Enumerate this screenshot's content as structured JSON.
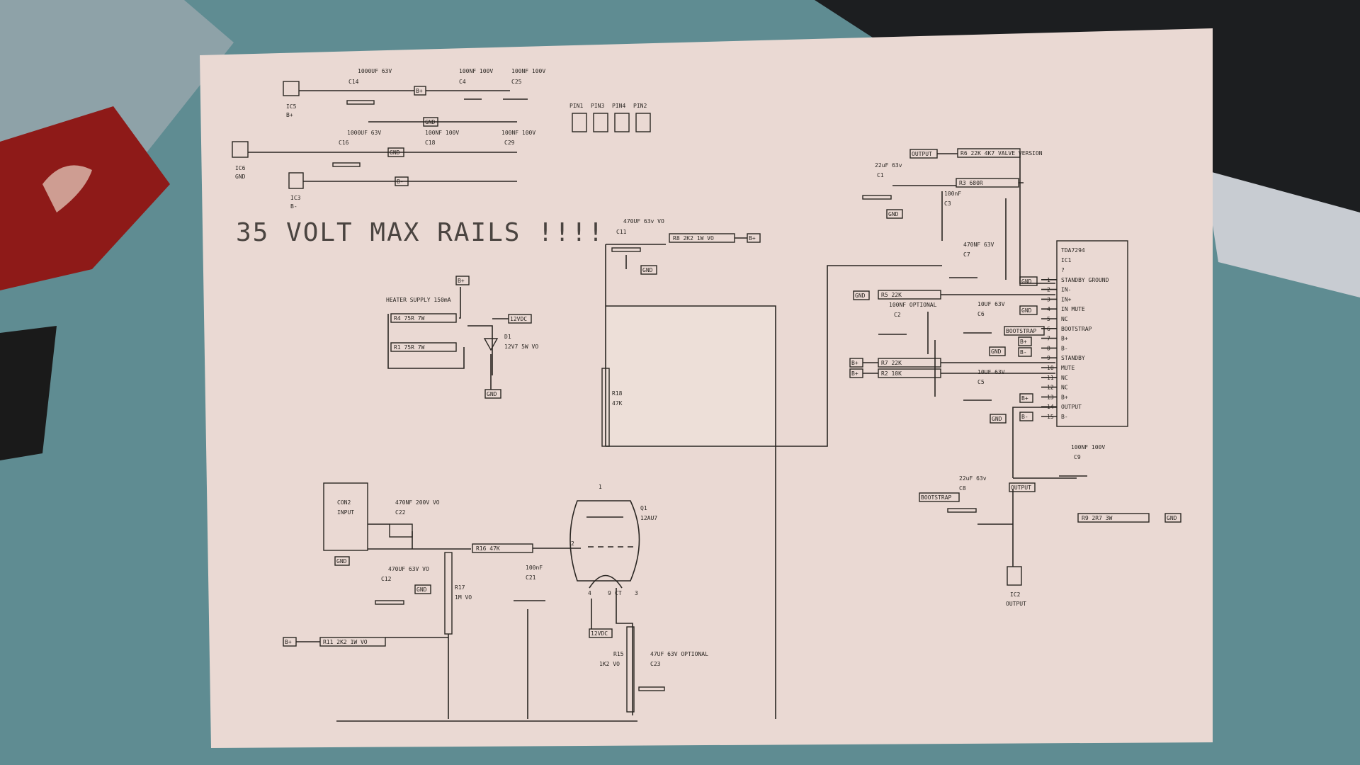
{
  "title": "35 VOLT MAX RAILS !!!!",
  "supply": {
    "c14_val": "1000UF 63V",
    "c14": "C14",
    "c4_val": "100NF 100V",
    "c4": "C4",
    "c25_val": "100NF 100V",
    "c25": "C25",
    "c16_val": "1000UF 63V",
    "c16": "C16",
    "c18_val": "100NF 100V",
    "c18": "C18",
    "c29_val": "100NF 100V",
    "c29": "C29",
    "ic5": "IC5",
    "ic5_net": "B+",
    "ic6": "IC6",
    "ic6_net": "GND",
    "ic3": "IC3",
    "ic3_net": "B-",
    "net_bplus": "B+",
    "net_gnd": "GND",
    "net_bminus": "B-"
  },
  "pins": [
    "PIN1",
    "PIN3",
    "PIN4",
    "PIN2"
  ],
  "heater": {
    "title": "HEATER SUPPLY 150mA",
    "r4": "R4  75R 7W",
    "r1": "R1  75R 7W",
    "d1": "D1",
    "d1_val": "12V7 5W VO",
    "out": "12VDC",
    "bplus": "B+",
    "gnd": "GND"
  },
  "c11": {
    "val": "470UF 63v VO",
    "ref": "C11",
    "r8": "R8  2K2 1W VO",
    "bplus": "B+",
    "gnd": "GND"
  },
  "r18": {
    "ref": "R18",
    "val": "47K"
  },
  "input": {
    "con": "CON2",
    "con_label": "INPUT",
    "c22_val": "470NF 200V VO",
    "c22": "C22",
    "c12_val": "470UF 63V VO",
    "c12": "C12",
    "r16": "R16  47K",
    "r17": "R17",
    "r17_val": "1M VO",
    "c21_val": "100nF",
    "c21": "C21",
    "r11": "R11  2K2 1W VO",
    "bplus": "B+",
    "gnd": "GND",
    "gnd2": "GND"
  },
  "tube": {
    "ref": "Q1",
    "type": "12AU7",
    "h": "12VDC",
    "pin1": "1",
    "pin2": "2",
    "pin3": "3",
    "pin4": "4",
    "pin9": "9",
    "ct": "CT",
    "r15": "R15",
    "r15_val": "1K2 VO",
    "c23_val": "47UF 63V OPTIONAL",
    "c23": "C23"
  },
  "amp": {
    "r6": "R6   22K  4K7 VALVE VERSION",
    "out_net": "OUTPUT",
    "c1_val": "22uF 63v",
    "c1": "C1",
    "r3": "R3  680R",
    "c3_val": "100nF",
    "c3": "C3",
    "c7_val": "470NF 63V",
    "c7": "C7",
    "r5": "R5   22K",
    "c2_val": "100NF OPTIONAL",
    "c2": "C2",
    "c6_val": "10UF 63V",
    "c6": "C6",
    "r7": "R7   22K",
    "r2": "R2   10K",
    "c5_val": "10UF 63V",
    "c5": "C5",
    "ic1": "TDA7294",
    "ic1_ref": "IC1",
    "ic_pins": [
      "?",
      "STANDBY GROUND",
      "IN-",
      "IN+",
      "IN MUTE",
      "NC",
      "BOOTSTRAP",
      "B+",
      "B-",
      "STANDBY",
      "MUTE",
      "NC",
      "NC",
      "B+",
      "OUTPUT",
      "B-"
    ],
    "c9_val": "100NF 100V",
    "c9": "C9",
    "c8_val": "22uF 63v",
    "c8": "C8",
    "r9": "R9   2R7 3W",
    "ic2": "IC2",
    "ic2_label": "OUTPUT",
    "bootstrap": "BOOTSTRAP",
    "output": "OUTPUT",
    "gnd": "GND",
    "bplus": "B+",
    "bminus": "B-"
  }
}
